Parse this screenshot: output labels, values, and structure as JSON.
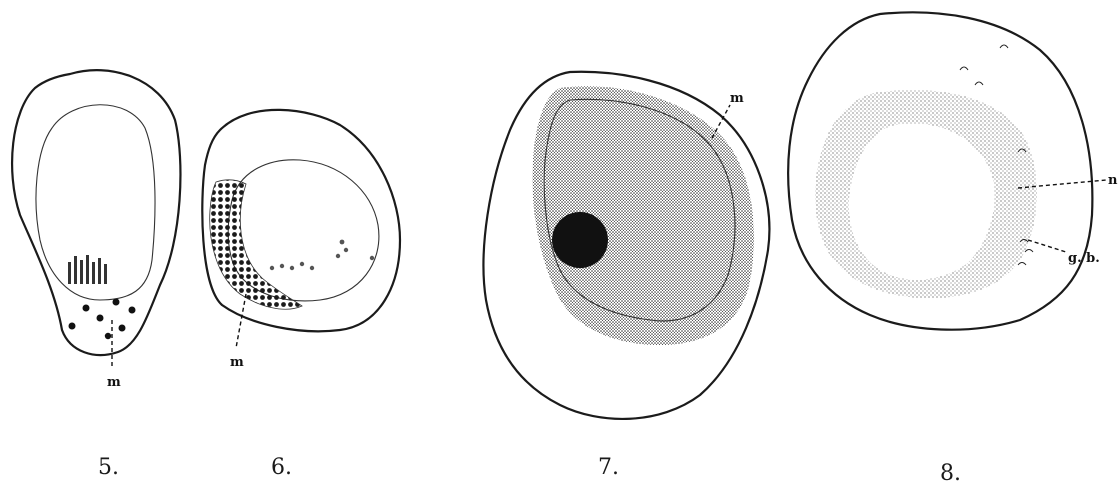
{
  "figures": [
    {
      "number": "5.",
      "label": "m"
    },
    {
      "number": "6.",
      "label": "m"
    },
    {
      "number": "7.",
      "label": "m"
    },
    {
      "number": "8.",
      "labels": [
        "n",
        "g. b."
      ]
    }
  ]
}
